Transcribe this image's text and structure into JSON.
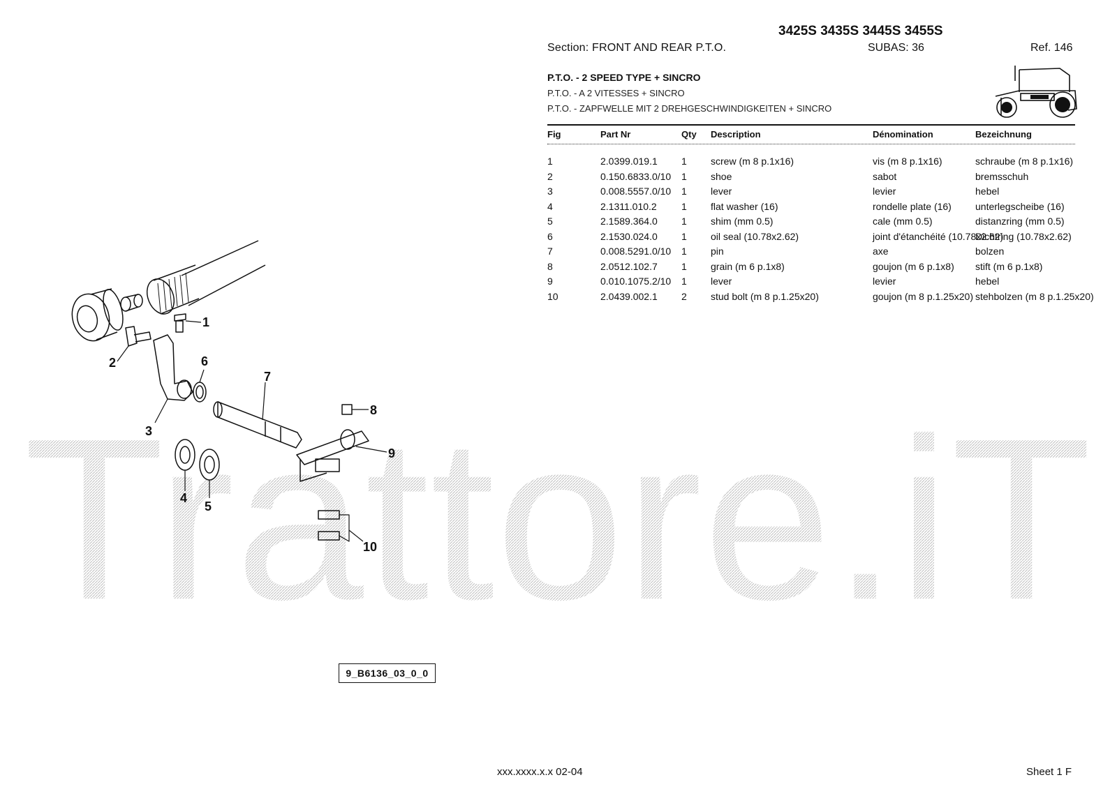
{
  "header": {
    "models": "3425S 3435S 3445S 3455S",
    "section": "Section: FRONT  AND  REAR  P.T.O.",
    "subas": "SUBAS: 36",
    "ref": "Ref. 146"
  },
  "titles": {
    "en": "P.T.O. - 2 SPEED TYPE + SINCRO",
    "fr": "P.T.O. - A 2 VITESSES + SINCRO",
    "de": "P.T.O. - ZAPFWELLE MIT 2 DREHGESCHWINDIGKEITEN + SINCRO"
  },
  "table": {
    "headers": {
      "fig": "Fig",
      "part": "Part Nr",
      "qty": "Qty",
      "desc": "Description",
      "den": "Dénomination",
      "bez": "Bezeichnung"
    },
    "rows": [
      {
        "fig": "1",
        "part": "2.0399.019.1",
        "qty": "1",
        "desc": "screw (m 8 p.1x16)",
        "den": "vis (m 8 p.1x16)",
        "bez": "schraube (m 8 p.1x16)"
      },
      {
        "fig": "2",
        "part": "0.150.6833.0/10",
        "qty": "1",
        "desc": "shoe",
        "den": "sabot",
        "bez": "bremsschuh"
      },
      {
        "fig": "3",
        "part": "0.008.5557.0/10",
        "qty": "1",
        "desc": "lever",
        "den": "levier",
        "bez": "hebel"
      },
      {
        "fig": "4",
        "part": "2.1311.010.2",
        "qty": "1",
        "desc": "flat washer (16)",
        "den": "rondelle plate (16)",
        "bez": "unterlegscheibe (16)"
      },
      {
        "fig": "5",
        "part": "2.1589.364.0",
        "qty": "1",
        "desc": "shim (mm 0.5)",
        "den": "cale (mm 0.5)",
        "bez": "distanzring (mm 0.5)"
      },
      {
        "fig": "6",
        "part": "2.1530.024.0",
        "qty": "1",
        "desc": "oil seal (10.78x2.62)",
        "den": "joint d'étanchéité (10.78x2.62)",
        "bez": "Dichtring (10.78x2.62)"
      },
      {
        "fig": "7",
        "part": "0.008.5291.0/10",
        "qty": "1",
        "desc": "pin",
        "den": "axe",
        "bez": "bolzen"
      },
      {
        "fig": "8",
        "part": "2.0512.102.7",
        "qty": "1",
        "desc": "grain (m 6 p.1x8)",
        "den": "goujon (m 6 p.1x8)",
        "bez": "stift (m 6 p.1x8)"
      },
      {
        "fig": "9",
        "part": "0.010.1075.2/10",
        "qty": "1",
        "desc": "lever",
        "den": "levier",
        "bez": "hebel"
      },
      {
        "fig": "10",
        "part": "2.0439.002.1",
        "qty": "2",
        "desc": "stud bolt (m 8 p.1.25x20)",
        "den": "goujon (m 8 p.1.25x20)",
        "bez": "stehbolzen (m 8 p.1.25x20)"
      }
    ]
  },
  "drawing": {
    "callouts": [
      "1",
      "2",
      "3",
      "4",
      "5",
      "6",
      "7",
      "8",
      "9",
      "10"
    ],
    "code": "9_B6136_03_0_0"
  },
  "watermark": "Trattore.iT",
  "footer": {
    "code": "xxx.xxxx.x.x  02-04",
    "sheet": "Sheet 1 F"
  }
}
